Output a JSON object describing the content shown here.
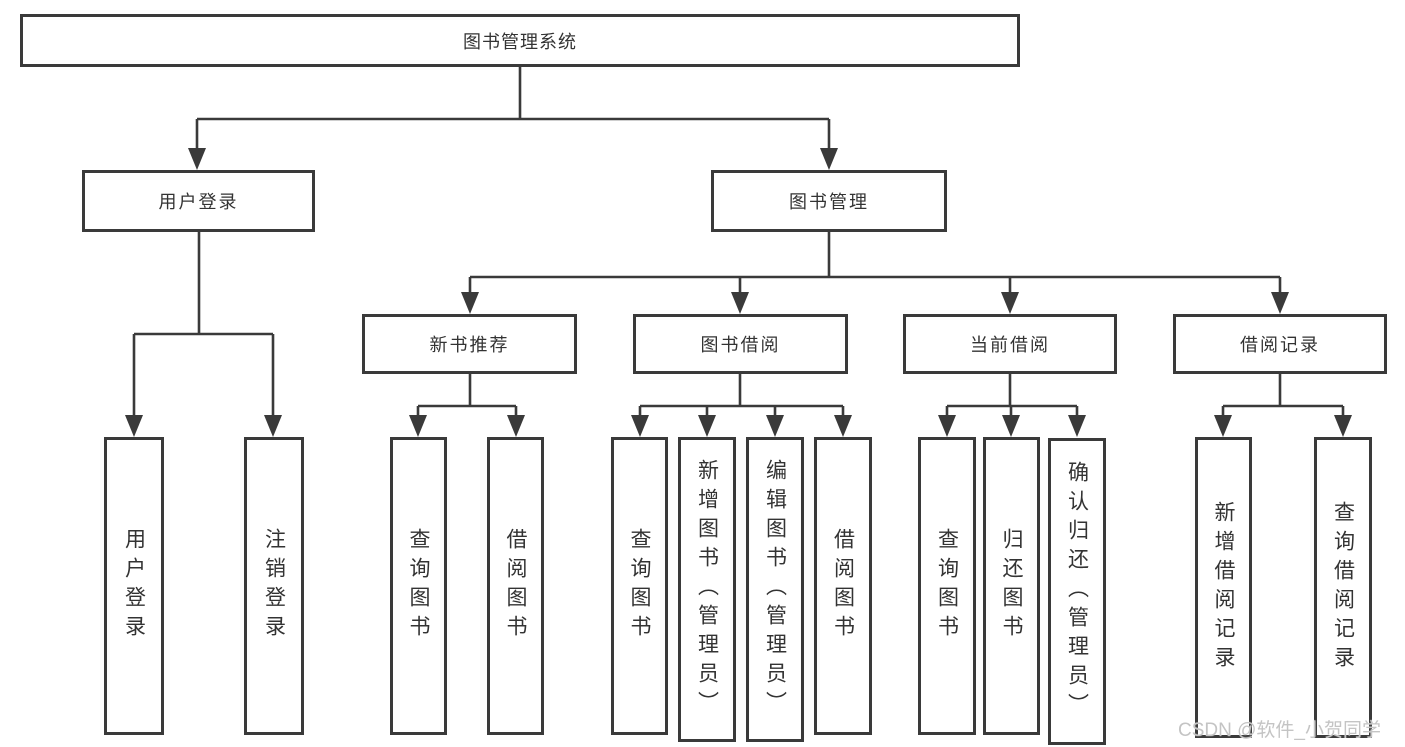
{
  "diagram": {
    "root": {
      "label": "图书管理系统",
      "children": [
        {
          "label": "用户登录",
          "children": [
            {
              "label": "用户登录"
            },
            {
              "label": "注销登录"
            }
          ]
        },
        {
          "label": "图书管理",
          "children": [
            {
              "label": "新书推荐",
              "children": [
                {
                  "label": "查询图书"
                },
                {
                  "label": "借阅图书"
                }
              ]
            },
            {
              "label": "图书借阅",
              "children": [
                {
                  "label": "查询图书"
                },
                {
                  "label": "新增图书（管理员）"
                },
                {
                  "label": "编辑图书（管理员）"
                },
                {
                  "label": "借阅图书"
                }
              ]
            },
            {
              "label": "当前借阅",
              "children": [
                {
                  "label": "查询图书"
                },
                {
                  "label": "归还图书"
                },
                {
                  "label": "确认归还（管理员）"
                }
              ]
            },
            {
              "label": "借阅记录",
              "children": [
                {
                  "label": "新增借阅记录"
                },
                {
                  "label": "查询借阅记录"
                }
              ]
            }
          ]
        }
      ]
    }
  },
  "watermark": {
    "text": "CSDN @软件_小贺同学"
  },
  "appearance": {
    "line_color": "#3a3a3a",
    "text_color": "#333333",
    "background": "#ffffff",
    "watermark_color": "#c4c4c4"
  }
}
